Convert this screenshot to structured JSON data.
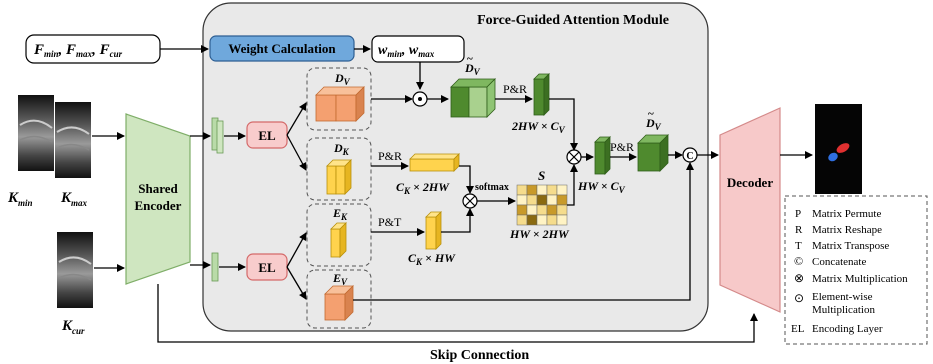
{
  "module_title": "Force-Guided Attention Module",
  "skip_connection": "Skip Connection",
  "weight_calc": "Weight Calculation",
  "shared_encoder": [
    "Shared",
    "Encoder"
  ],
  "decoder": "Decoder",
  "el": "EL",
  "input_box": {
    "F": "F",
    "min": "min",
    "max": "max",
    "cur": "cur"
  },
  "weights": {
    "w": "w",
    "min": "min",
    "max": "max"
  },
  "images": {
    "k": "K",
    "min": "min",
    "max": "max",
    "cur": "cur"
  },
  "features": {
    "d": "D",
    "e": "E",
    "v": "V",
    "k": "K"
  },
  "ops": {
    "pr": "P&R",
    "pt": "P&T",
    "softmax": "softmax",
    "s": "S",
    "c": "C",
    "hw": "HW",
    "two_hw": "2HW",
    "times": "×"
  },
  "legend": [
    {
      "symbol": "P",
      "text": "Matrix Permute"
    },
    {
      "symbol": "R",
      "text": "Matrix Reshape"
    },
    {
      "symbol": "T",
      "text": "Matrix Transpose"
    },
    {
      "symbol": "©",
      "text": "Concatenate"
    },
    {
      "symbol": "⊗",
      "text": "Matrix Multiplication"
    },
    {
      "symbol": "⊙",
      "text": "Element-wise"
    },
    {
      "symbol": "",
      "text": "Multiplication"
    },
    {
      "symbol": "EL",
      "text": "Encoding Layer"
    }
  ],
  "colors": {
    "module_bg": "#e8e8e8",
    "encoder_green": "#cfe6c0",
    "decoder_pink": "#f7c9c9",
    "weight_blue": "#6fa8dc",
    "el_pink": "#f8cccc",
    "orange": "#f4a070",
    "yellow": "#ffd34d",
    "green_dark": "#4f8a2e",
    "green_light": "#a9d18e"
  }
}
